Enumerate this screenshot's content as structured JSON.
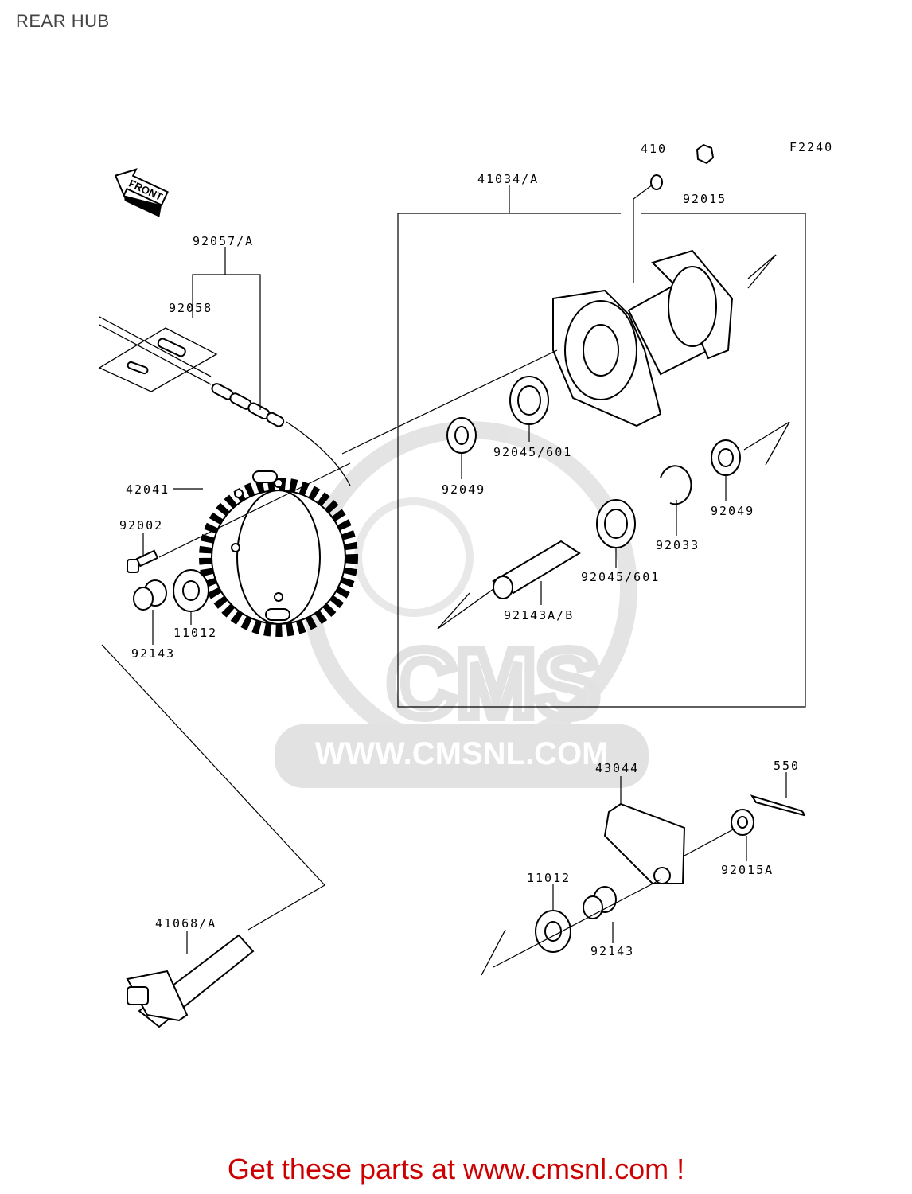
{
  "page": {
    "title": "REAR HUB",
    "footer_text": "Get these parts at www.cmsnl.com !",
    "watermark": {
      "brand": "CMS",
      "url": "WWW.CMSNL.COM"
    },
    "figure_code": "F2240",
    "front_arrow_label": "FRONT"
  },
  "parts": {
    "p410": "410",
    "p92015": "92015",
    "p41034A": "41034/A",
    "p92057A": "92057/A",
    "p92058": "92058",
    "p42041": "42041",
    "p92002": "92002",
    "p11012_left": "11012",
    "p92143_left": "92143",
    "p92049_left": "92049",
    "p92045_601_top": "92045/601",
    "p92049_right": "92049",
    "p92033": "92033",
    "p92045_601_bottom": "92045/601",
    "p92143AB": "92143A/B",
    "p43044": "43044",
    "p550": "550",
    "p92015A": "92015A",
    "p11012_right": "11012",
    "p92143_right": "92143",
    "p41068A": "41068/A"
  },
  "colors": {
    "footer": "#cc0000",
    "watermark": "#c8c8c8"
  }
}
